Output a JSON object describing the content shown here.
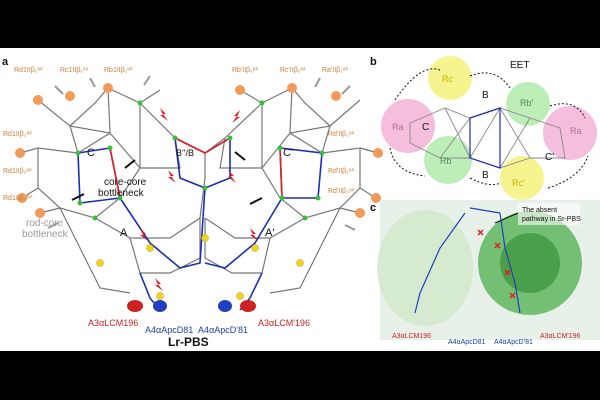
{
  "panels": {
    "a": {
      "label": "a",
      "title": "Lr-PBS",
      "core_labels": {
        "A": "A",
        "A_prime": "A'",
        "B_B": "B''/B",
        "C_left": "C",
        "C_right": "C'"
      },
      "annotations": {
        "core_core_1": "core-core",
        "core_core_2": "bottleneck",
        "rod_core_1": "rod-core",
        "rod_core_2": "bottleneck"
      },
      "top_left_labels": [
        "Rd1IIβ₁⁸²",
        "Rc1IIβ₁⁸²",
        "Rb1IIβ₁⁸²"
      ],
      "top_right_labels": [
        "Rb'IIβ₁⁸²",
        "Rc'IIβ₁⁸²",
        "Ra'IIβ₁⁸²"
      ],
      "left_labels": [
        "Rd1IIβ₂⁸²",
        "Rd1IIβ₁⁸²",
        "Rd1IIβ₃⁸²"
      ],
      "right_labels": [
        "Rd'IIβ₂⁸²",
        "Rd'IIβ₁⁸²",
        "Rd'IIβ₃⁸²"
      ],
      "bottom_labels": [
        "A3αLCM196",
        "A4αApcD81",
        "A4αApcD'81",
        "A3αLCM'196"
      ]
    },
    "b": {
      "label": "b",
      "eet": "EET",
      "circles": [
        "Rc",
        "Rb'",
        "Ra",
        "Rc'",
        "Rb",
        "Ra"
      ],
      "cores": [
        "C",
        "B",
        "B",
        "C'"
      ]
    },
    "c": {
      "label": "c",
      "callout_1": "The absent",
      "callout_2": "pathway in Sr-PBS",
      "bottom_labels": [
        "A3αLCM196",
        "A4αApcD81",
        "A4αApcD'81",
        "A3αLCM'196"
      ]
    }
  },
  "colors": {
    "orange_label": "#c9803a",
    "network_grey": "#777777",
    "network_blue": "#1a2fb0",
    "node_green": "#3dbb3d",
    "lightning_red": "#e02020",
    "node_yellow": "#f2d21b",
    "circle_yellow": "#f5f27a",
    "circle_pink": "#f0a8d0",
    "circle_green": "#a8e8a0"
  }
}
